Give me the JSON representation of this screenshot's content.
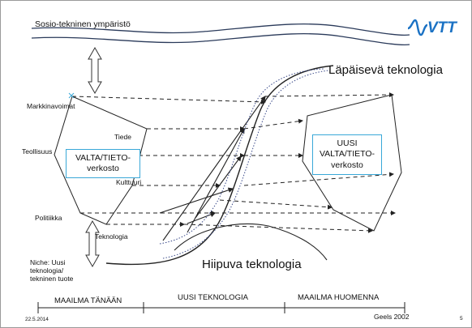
{
  "environment_label": "Sosio-tekninen ympäristö",
  "logo": {
    "text": "VTT",
    "color": "#1b72c4",
    "icon": "vtt-wave-logo"
  },
  "headings": {
    "penetrating": "Läpäisevä teknologia",
    "fading": "Hiipuva teknologia"
  },
  "left_network": {
    "box_text": [
      "VALTA/TIETO-",
      "verkosto"
    ],
    "nodes": {
      "market": "Markkinavoimat",
      "science": "Tiede",
      "industry": "Teollisuus",
      "culture": "Kulttuuri",
      "politics": "Politiikka",
      "technology": "Teknologia"
    }
  },
  "right_network": {
    "box_text": [
      "UUSI",
      "VALTA/TIETO-",
      "verkosto"
    ]
  },
  "niche_text": [
    "Niche: Uusi",
    "teknologia/",
    "tekninen tuote"
  ],
  "timeline": {
    "today": "MAAILMA TÄNÄÄN",
    "new_tech": "UUSI TEKNOLOGIA",
    "tomorrow": "MAAILMA HUOMENNA"
  },
  "footer": {
    "date": "22.5.2014",
    "source": "Geels 2002",
    "page": "5"
  },
  "colors": {
    "accent": "#39a8d8",
    "line": "#222222",
    "dotted": "#3a4a8a"
  }
}
